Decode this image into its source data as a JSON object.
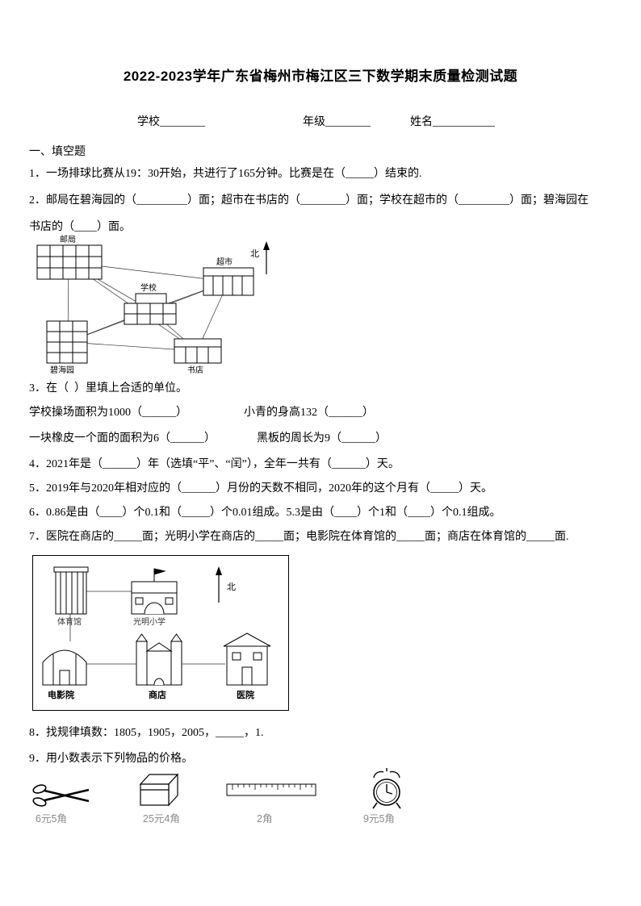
{
  "title": "2022-2023学年广东省梅州市梅江区三下数学期末质量检测试题",
  "header": {
    "school": "学校________",
    "grade": "年级________",
    "name": "姓名___________"
  },
  "section_heading": "一、填空题",
  "questions": {
    "q1": "1．一场排球比赛从19：30开始，共进行了165分钟。比赛是在（_____）结束的.",
    "q2_line1": "2．邮局在碧海园的（_________）面；超市在书店的（________）面；学校在超市的（_________）面；碧海园在",
    "q2_line2": "书店的（____）面。",
    "q3": "3．在（  ）里填上合适的单位。",
    "q3_item1": "学校操场面积为1000（______）",
    "q3_item2": "小青的身高132（______）",
    "q3_item3": "一块橡皮一个面的面积为6（______）",
    "q3_item4": "黑板的周长为9（______）",
    "q4": "4．2021年是（______）年（选填“平”、“闰”），全年一共有（______）天。",
    "q5": "5．2019年与2020年相对应的（______）月份的天数不相同，2020年的这个月有（_____）天。",
    "q6": "6．0.86是由（____）个0.1和（_____）个0.01组成。5.3是由（____）个1和（____）个0.1组成。",
    "q7": "7．医院在商店的_____面；光明小学在商店的_____面；电影院在体育馆的_____面；商店在体育馆的_____面.",
    "q8": "8．找规律填数：1805，1905，2005，_____，1.",
    "q9": "9．用小数表示下列物品的价格。"
  },
  "map1": {
    "north": "北",
    "post_office": "邮局",
    "supermarket": "超市",
    "school": "学校",
    "garden": "碧海园",
    "bookstore": "书店"
  },
  "map2": {
    "north": "北",
    "gym": "体育馆",
    "primary_school": "光明小学",
    "cinema": "电影院",
    "shop": "商店",
    "hospital": "医院"
  },
  "items": [
    {
      "name": "scissors",
      "price": "6元5角"
    },
    {
      "name": "pencil-box",
      "price": "25元4角"
    },
    {
      "name": "ruler",
      "price": "2角"
    },
    {
      "name": "clock",
      "price": "9元5角"
    }
  ]
}
